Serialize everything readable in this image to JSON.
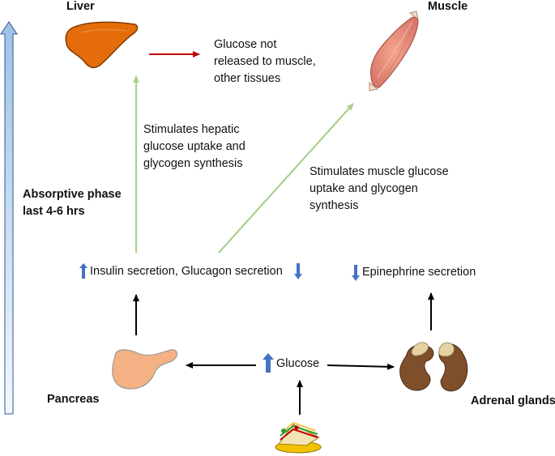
{
  "organs": {
    "liver": "Liver",
    "muscle": "Muscle",
    "pancreas": "Pancreas",
    "adrenal": "Adrenal glands"
  },
  "phase": {
    "line1": "Absorptive phase",
    "line2": "last 4-6 hrs"
  },
  "liver_effect": {
    "line1": "Glucose not",
    "line2": "released to muscle,",
    "line3": "other tissues"
  },
  "hepatic": {
    "line1": "Stimulates hepatic",
    "line2": "glucose uptake and",
    "line3": "glycogen synthesis"
  },
  "muscle_effect": {
    "line1": "Stimulates muscle glucose",
    "line2": "uptake and glycogen",
    "line3": "synthesis"
  },
  "secretions": {
    "insulin_glucagon": "Insulin secretion, Glucagon secretion",
    "epinephrine": "Epinephrine secretion"
  },
  "center": {
    "glucose": "Glucose"
  },
  "colors": {
    "green_arrow": "#a9d18e",
    "red_arrow": "#c00000",
    "up_down_indicator": "#4472c4",
    "liver": "#e46c0a",
    "pancreas": "#f4b183",
    "adrenal_cortex": "#7f4f2c",
    "adrenal_medulla": "#e6d3a3"
  }
}
